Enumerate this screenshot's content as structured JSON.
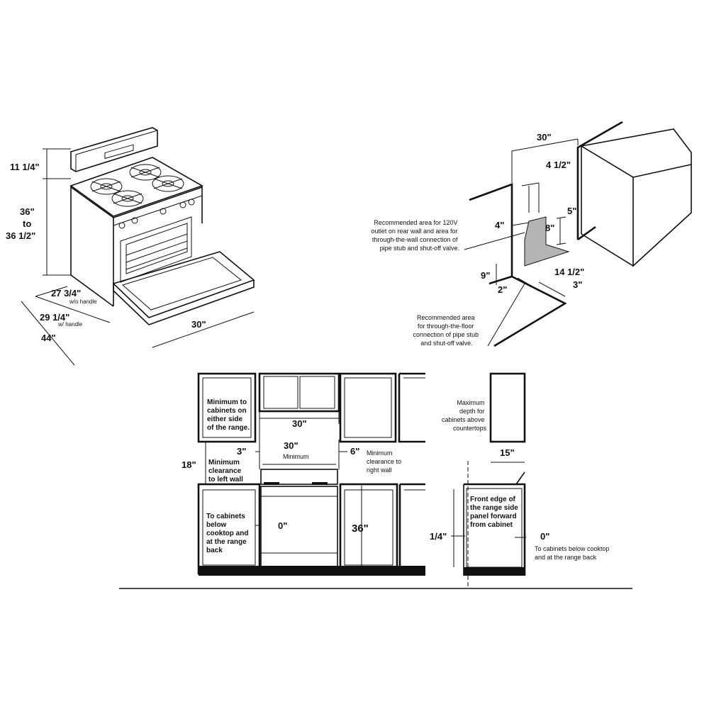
{
  "range_iso": {
    "backguard_height": "11 1/4\"",
    "height_line1": "36\"",
    "height_line2": "to",
    "height_line3": "36 1/2\"",
    "depth_no_handle": "27 3/4\"",
    "depth_no_handle_note": "w/o handle",
    "depth_handle": "29 1/4\"",
    "depth_handle_note": "w/ handle",
    "depth_door_open": "44\"",
    "width": "30\""
  },
  "wall_detail": {
    "width": "30\"",
    "offset_4_5": "4 1/2\"",
    "outlet_note_lines": [
      "Recommended area for 120V",
      "outlet on rear wall and area for",
      "through-the-wall connection of",
      "pipe stub and shut-off valve."
    ],
    "dim_4": "4\"",
    "dim_5": "5\"",
    "dim_8": "8\"",
    "dim_9": "9\"",
    "dim_14_5": "14 1/2\"",
    "dim_2": "2\"",
    "dim_3": "3\"",
    "floor_note_lines": [
      "Recommended area",
      "for through-the-floor",
      "connection of pipe stub",
      "and shut-off valve."
    ]
  },
  "front_view": {
    "min_cabinets_lines": [
      "Minimum to",
      "cabinets on",
      "either side",
      "of the range."
    ],
    "opening_width": "30\"",
    "left_clearance": "3\"",
    "min_width": "30\"",
    "min_width_note": "Minimum",
    "right_clearance": "6\"",
    "right_clearance_note_lines": [
      "Minimum",
      "clearance to",
      "right wall"
    ],
    "vertical_clearance": "18\"",
    "left_wall_note_lines": [
      "Minimum",
      "clearance",
      "to left wall"
    ],
    "below_note_lines": [
      "To cabinets",
      "below",
      "cooktop and",
      "at the range",
      "back"
    ],
    "zero_gap": "0\"",
    "counter_height": "36\""
  },
  "side_view": {
    "max_depth_lines": [
      "Maximum",
      "depth for",
      "cabinets above",
      "countertops"
    ],
    "max_depth": "15\"",
    "front_edge_lines": [
      "Front edge of",
      "the range side",
      "panel forward",
      "from cabinet"
    ],
    "offset": "1/4\"",
    "zero_gap": "0\"",
    "below_note_lines": [
      "To cabinets below cooktop",
      "and at the range back"
    ]
  }
}
